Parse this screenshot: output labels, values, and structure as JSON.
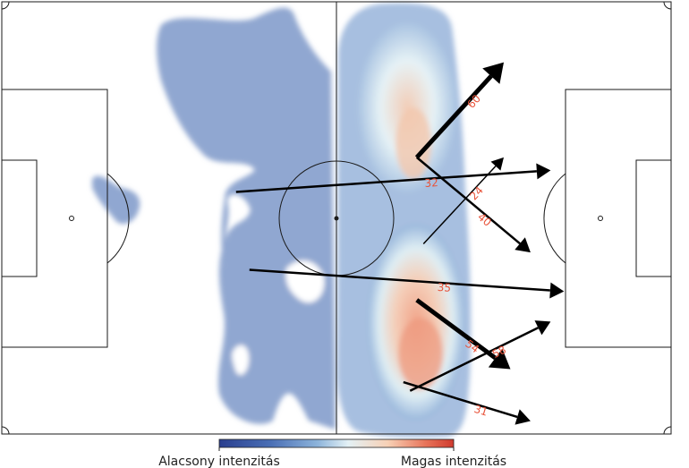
{
  "chart_data": {
    "type": "heatmap",
    "title": "",
    "colorbar": {
      "low_label": "Alacsony intenzitás",
      "high_label": "Magas intenzitás",
      "colors": [
        "#2a3f8f",
        "#4a6fb5",
        "#8db4db",
        "#e3f1f5",
        "#f7d0b5",
        "#e8745a",
        "#cf3a2e"
      ]
    },
    "pass_color": "#000000",
    "label_color": "#e8533a",
    "density_blobs": [
      {
        "x": 0.0,
        "y": 0.0,
        "rx": 0.0,
        "ry": 0.0,
        "intensity": 0.0
      }
    ],
    "passes": [
      {
        "from": [
          62,
          36
        ],
        "to": [
          75,
          14
        ],
        "label": "60",
        "width": 5
      },
      {
        "from": [
          62,
          36
        ],
        "to": [
          79,
          58
        ],
        "label": "40",
        "width": 2.5
      },
      {
        "from": [
          37,
          62
        ],
        "to": [
          84,
          67
        ],
        "label": "35",
        "width": 2.5
      },
      {
        "from": [
          35,
          44
        ],
        "to": [
          82,
          39
        ],
        "label": "32",
        "width": 2.5
      },
      {
        "from": [
          63,
          56
        ],
        "to": [
          75,
          36
        ],
        "label": "24",
        "width": 1.5
      },
      {
        "from": [
          62,
          69
        ],
        "to": [
          76,
          85
        ],
        "label": "54",
        "width": 5
      },
      {
        "from": [
          61,
          90
        ],
        "to": [
          82,
          74
        ],
        "label": "58",
        "width": 2.5
      },
      {
        "from": [
          60,
          88
        ],
        "to": [
          79,
          97
        ],
        "label": "31",
        "width": 2.5
      }
    ]
  }
}
